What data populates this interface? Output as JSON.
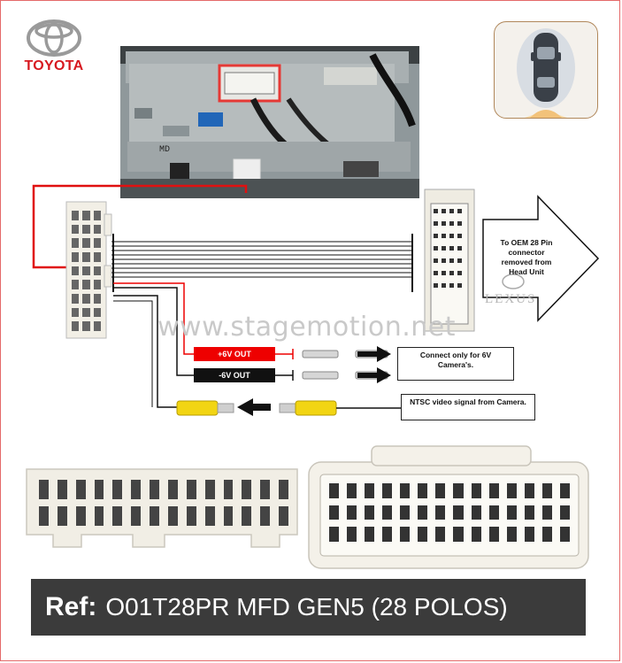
{
  "brand": {
    "name": "TOYOTA",
    "color": "#d71920"
  },
  "photo": {
    "md_label": "MD"
  },
  "wires": {
    "pos_label": "+6V OUT",
    "neg_label": "-6V OUT",
    "pos_color": "#e00000",
    "neg_color": "#111111"
  },
  "notes": {
    "six_volt": "Connect only for 6V Camera's.",
    "ntsc": "NTSC video signal from Camera.",
    "oem": "To OEM 28 Pin connector removed from Head Unit"
  },
  "watermark": "www.stagemotion.net",
  "lexus_logo": "LEXUS",
  "footer": {
    "ref_label": "Ref:",
    "ref_value": "O01T28PR MFD GEN5 (28 POLOS)"
  },
  "icons": [
    "toyota-logo-icon",
    "rear-camera-car-icon",
    "arrow-right-icon",
    "arrow-left-icon",
    "lexus-logo-icon"
  ]
}
